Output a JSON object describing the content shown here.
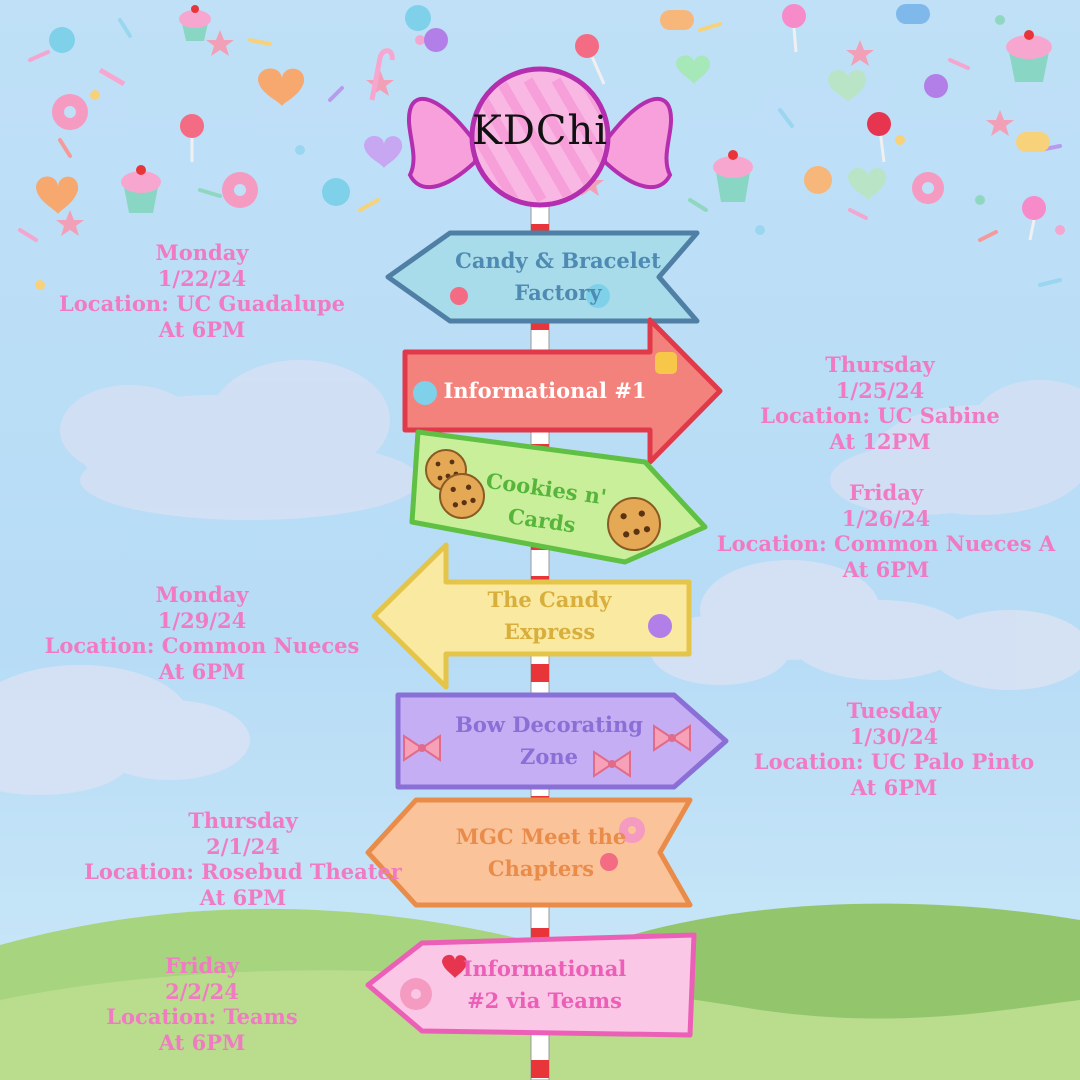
{
  "brand": "KDChi",
  "colors": {
    "sky": "#bfe0f7",
    "text_pink": "#f07bc3",
    "grass": "#9ccc72",
    "pole_red": "#e8353a"
  },
  "signs": [
    {
      "id": "candy-bracelet",
      "line1": "Candy & Bracelet",
      "line2": "Factory",
      "direction": "left",
      "fill": "#a8dcea",
      "border": "#4f7fa4",
      "text_color": "#4f8ab3"
    },
    {
      "id": "informational-1",
      "line1": "Informational #1",
      "line2": "",
      "direction": "right",
      "fill": "#f4827c",
      "border": "#e03a4a",
      "text_color": "#ffffff"
    },
    {
      "id": "cookies-cards",
      "line1": "Cookies n'",
      "line2": "Cards",
      "direction": "right",
      "fill": "#c9ef9a",
      "border": "#5fc043",
      "text_color": "#56b53a"
    },
    {
      "id": "candy-express",
      "line1": "The Candy",
      "line2": "Express",
      "direction": "left",
      "fill": "#fae9a0",
      "border": "#e5c44a",
      "text_color": "#d8ae3c"
    },
    {
      "id": "bow-decorating",
      "line1": "Bow Decorating",
      "line2": "Zone",
      "direction": "right",
      "fill": "#c6aef4",
      "border": "#8a6fd6",
      "text_color": "#8a6fd6"
    },
    {
      "id": "mgc-meet",
      "line1": "MGC Meet the",
      "line2": "Chapters",
      "direction": "left",
      "fill": "#fbc39a",
      "border": "#e98c4a",
      "text_color": "#e98c4a"
    },
    {
      "id": "informational-2",
      "line1": "Informational",
      "line2": "#2 via Teams",
      "direction": "left",
      "fill": "#fbc7e7",
      "border": "#ec5fb7",
      "text_color": "#ec5fb7"
    }
  ],
  "events": [
    {
      "day": "Monday",
      "date": "1/22/24",
      "location": "Location: UC Guadalupe",
      "time": "At 6PM"
    },
    {
      "day": "Thursday",
      "date": "1/25/24",
      "location": "Location: UC Sabine",
      "time": "At 12PM"
    },
    {
      "day": "Friday",
      "date": "1/26/24",
      "location": "Location: Common Nueces A",
      "time": "At 6PM"
    },
    {
      "day": "Monday",
      "date": "1/29/24",
      "location": "Location: Common Nueces",
      "time": "At 6PM"
    },
    {
      "day": "Tuesday",
      "date": "1/30/24",
      "location": "Location: UC Palo Pinto",
      "time": "At 6PM"
    },
    {
      "day": "Thursday",
      "date": "2/1/24",
      "location": "Location: Rosebud Theater",
      "time": "At 6PM"
    },
    {
      "day": "Friday",
      "date": "2/2/24",
      "location": "Location: Teams",
      "time": "At 6PM"
    }
  ],
  "decor_icons": [
    "cupcake-icon",
    "lollipop-icon",
    "candy-heart-icon",
    "donut-icon",
    "wrapped-candy-icon",
    "cotton-candy-icon",
    "candy-cane-icon",
    "bow-icon",
    "cookie-icon"
  ]
}
